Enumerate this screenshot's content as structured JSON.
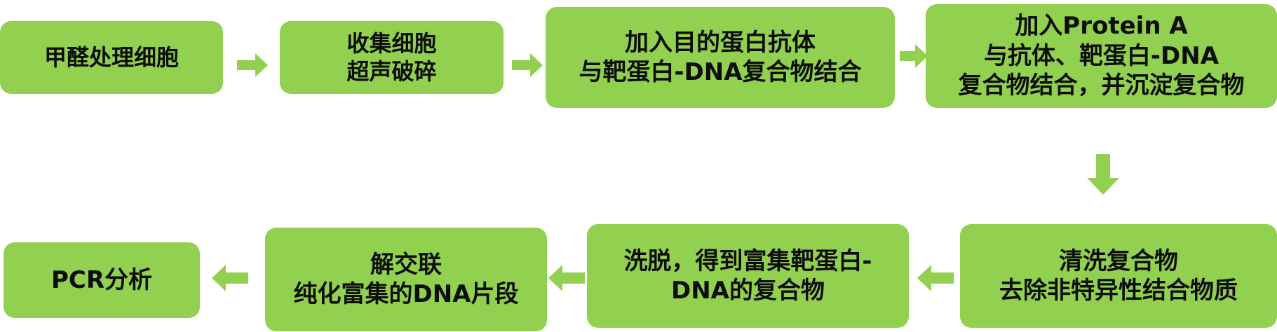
{
  "colors": {
    "box_fill": "#92d050",
    "arrow_fill": "#92d050",
    "text": "#0d0d0d"
  },
  "steps": [
    {
      "lines": [
        "甲醛处理细胞"
      ]
    },
    {
      "lines": [
        "收集细胞",
        "超声破碎"
      ]
    },
    {
      "lines": [
        "加入目的蛋白抗体",
        "与靶蛋白-DNA复合物结合"
      ]
    },
    {
      "lines": [
        "加入Protein A",
        "与抗体、靶蛋白-DNA",
        "复合物结合，并沉淀复合物"
      ]
    },
    {
      "lines": [
        "清洗复合物",
        "去除非特异性结合物质"
      ]
    },
    {
      "lines": [
        "洗脱，得到富集靶蛋白-",
        "DNA的复合物"
      ]
    },
    {
      "lines": [
        "解交联",
        "纯化富集的DNA片段"
      ]
    },
    {
      "lines": [
        "PCR分析"
      ]
    }
  ]
}
